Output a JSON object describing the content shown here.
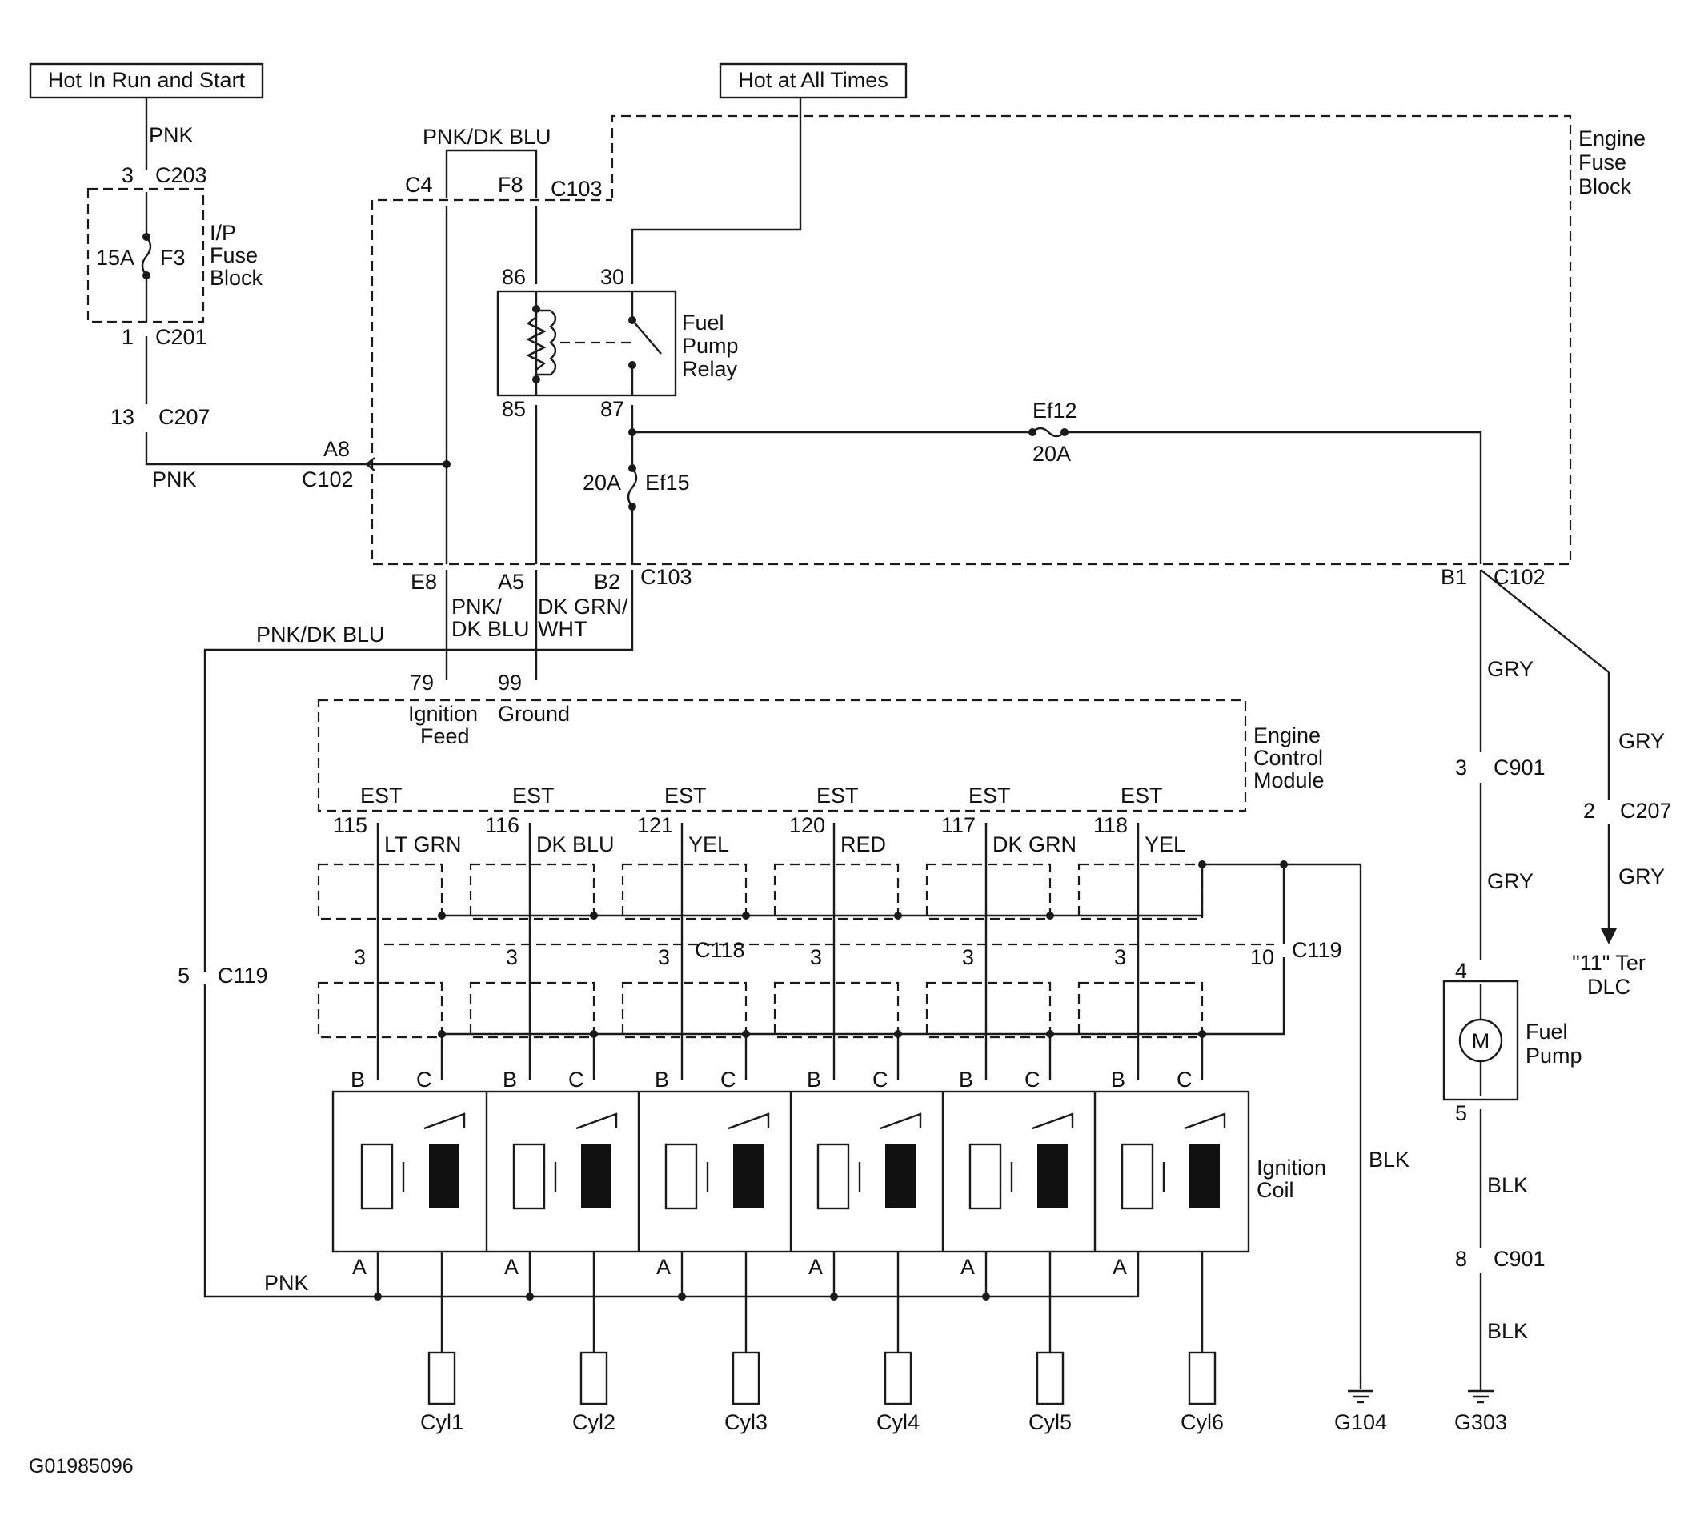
{
  "power": {
    "hot_run_start": "Hot In Run and Start",
    "hot_all_times": "Hot at All Times"
  },
  "wires": {
    "pnk": "PNK",
    "pnk_dkblu": "PNK/DK BLU",
    "pnk_slash": "PNK/",
    "dk_blu": "DK BLU",
    "dkgrn_slash": "DK GRN/",
    "wht": "WHT",
    "gry": "GRY",
    "blk": "BLK",
    "ltgrn": "LT GRN",
    "yel": "YEL",
    "red": "RED",
    "dkgrn": "DK GRN"
  },
  "fuse_block_ip": {
    "line1": "I/P",
    "line2": "Fuse",
    "line3": "Block",
    "fuse": "F3",
    "rating": "15A"
  },
  "engine_fuse_block": {
    "line1": "Engine",
    "line2": "Fuse",
    "line3": "Block"
  },
  "relay": {
    "line1": "Fuel",
    "line2": "Pump",
    "line3": "Relay",
    "p86": "86",
    "p30": "30",
    "p85": "85",
    "p87": "87"
  },
  "fuses": {
    "ef12": "Ef12",
    "ef12_rating": "20A",
    "ef15": "Ef15",
    "ef15_rating": "20A"
  },
  "connectors": {
    "c203": "C203",
    "c203_pin": "3",
    "c201": "C201",
    "c201_pin": "1",
    "c207a": "C207",
    "c207a_pin": "13",
    "c102a": "C102",
    "c102a_pin": "A8",
    "c4": "C4",
    "f8": "F8",
    "c103a": "C103",
    "e8": "E8",
    "a5": "A5",
    "b2": "B2",
    "c103b": "C103",
    "b1": "B1",
    "c102b": "C102",
    "c901a": "C901",
    "c901a_pin": "3",
    "c207b": "C207",
    "c207b_pin": "2",
    "c119a": "C119",
    "c119a_pin": "5",
    "c118": "C118",
    "c118_pin": "3",
    "c119b": "C119",
    "c119b_pin": "10",
    "c901b": "C901",
    "c901b_pin": "8",
    "pump4": "4",
    "pump5": "5"
  },
  "ecm": {
    "line1": "Engine",
    "line2": "Control",
    "line3": "Module",
    "p79": "79",
    "p99": "99",
    "ign1": "Ignition",
    "ign2": "Feed",
    "ground": "Ground",
    "est": [
      "EST",
      "EST",
      "EST",
      "EST",
      "EST",
      "EST"
    ],
    "pins": [
      "115",
      "116",
      "121",
      "120",
      "117",
      "118"
    ]
  },
  "coil": {
    "line1": "Ignition",
    "line2": "Coil",
    "a": "A",
    "b": "B",
    "c": "C"
  },
  "cylinders": [
    "Cyl1",
    "Cyl2",
    "Cyl3",
    "Cyl4",
    "Cyl5",
    "Cyl6"
  ],
  "pump": {
    "line1": "Fuel",
    "line2": "Pump",
    "motor": "M"
  },
  "dlc": {
    "line1": "\"11\" Ter",
    "line2": "DLC"
  },
  "grounds": {
    "g104": "G104",
    "g303": "G303"
  },
  "figure_id": "G01985096"
}
